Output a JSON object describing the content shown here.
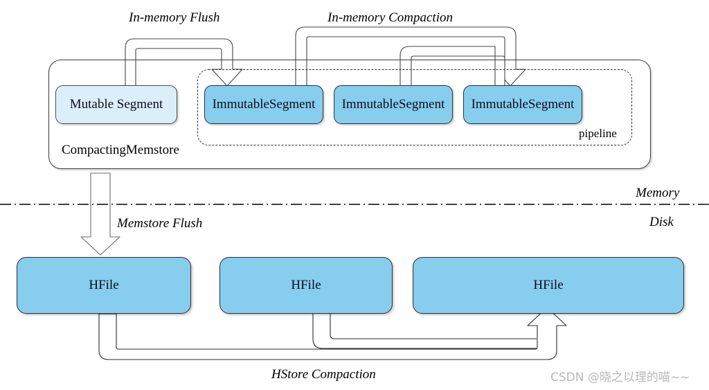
{
  "diagram": {
    "title": "HBase CompactingMemstore and HFile compaction flow",
    "colors": {
      "mutable_segment_fill": "#ddeefb",
      "immutable_segment_fill": "#86cdee",
      "hfile_fill": "#86cdee",
      "stroke": "#2b2b2b",
      "watermark": "#b8b8b8"
    }
  },
  "memory": {
    "container_label": "CompactingMemstore",
    "pipeline_label": "pipeline",
    "mutable_segment": {
      "label": "Mutable Segment"
    },
    "immutable_segments": [
      {
        "label": "ImmutableSegment"
      },
      {
        "label": "ImmutableSegment"
      },
      {
        "label": "ImmutableSegment"
      }
    ]
  },
  "arrows": {
    "in_memory_flush": "In-memory Flush",
    "in_memory_compaction": "In-memory Compaction",
    "memstore_flush": "Memstore Flush",
    "hstore_compaction": "HStore Compaction"
  },
  "divider": {
    "above_label": "Memory",
    "below_label": "Disk"
  },
  "disk": {
    "hfiles": [
      {
        "label": "HFile"
      },
      {
        "label": "HFile"
      },
      {
        "label": "HFile"
      }
    ]
  },
  "watermark": {
    "text": "CSDN @晓之以理的喵~~"
  }
}
